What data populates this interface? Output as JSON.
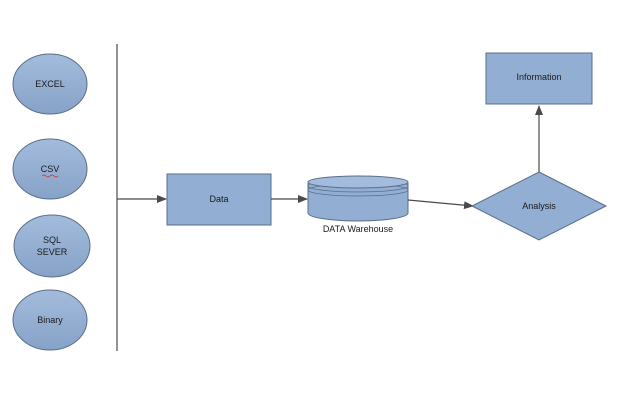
{
  "sources": [
    {
      "id": "excel",
      "lines": [
        "EXCEL"
      ]
    },
    {
      "id": "csv",
      "lines": [
        "CSV"
      ]
    },
    {
      "id": "sql",
      "lines": [
        "SQL",
        "SEVER"
      ]
    },
    {
      "id": "binary",
      "lines": [
        "Binary"
      ]
    }
  ],
  "nodes": {
    "data": "Data",
    "warehouse": "DATA Warehouse",
    "analysis": "Analysis",
    "information": "Information"
  },
  "colors": {
    "fill": "#93aed3",
    "stroke": "#5a6e88",
    "connector": "#4a4a4a"
  }
}
